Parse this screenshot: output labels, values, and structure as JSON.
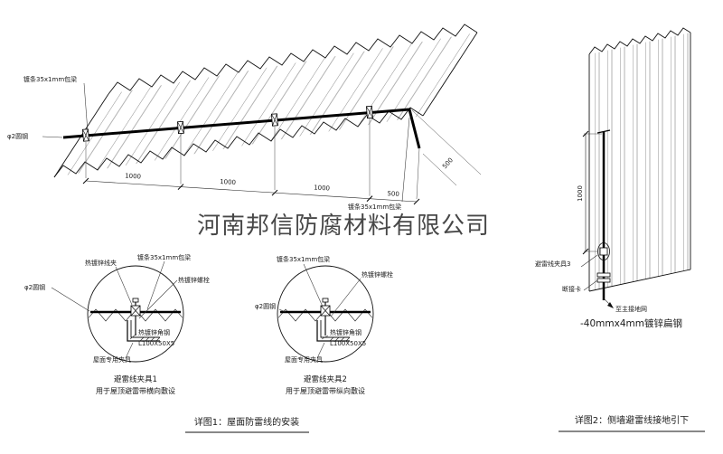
{
  "watermark": {
    "text": "河南邦信防腐材料有限公司",
    "color": "#9a9a9a"
  },
  "colors": {
    "red": "#cc2222",
    "dark_red": "#8a2b20"
  },
  "main_drawing": {
    "label_strip_top": "镀条35x1mm包梁",
    "label_round_steel": "φ2圆钢",
    "label_strip_bottom": "镀条35x1mm包梁",
    "dims": {
      "d1": "1000",
      "d2": "1000",
      "d3": "1000",
      "d4": "500",
      "d5": "500"
    }
  },
  "detail1": {
    "label_wire_clip": "热镀锌线夹",
    "label_strip": "镀条35x1mm包梁",
    "label_bolt": "热镀锌螺栓",
    "label_round_steel": "φ2圆钢",
    "label_angle_steel": "热镀锌角钢",
    "label_angle_spec": "L100X50X5",
    "label_roof_clamp": "屋面专用夹具",
    "title": "避雷线夹具1",
    "subtitle": "用于屋顶避雷带横向敷设"
  },
  "detail2": {
    "label_strip": "镀条35x1mm包梁",
    "label_bolt": "热镀锌螺栓",
    "label_round_steel": "φ2圆钢",
    "label_angle_steel": "热镀锌角钢",
    "label_angle_spec": "L100X50X5",
    "label_roof_clamp": "屋面专用夹具",
    "title": "避雷线夹具2",
    "subtitle": "用于屋顶避雷带纵向敷设"
  },
  "wall_drawing": {
    "dim": "1000",
    "label_clamp3": "避雷线夹具3",
    "label_break_card": "断接卡",
    "label_to_ground": "至主接地网",
    "label_flat_steel": "-40mmx4mm镀锌扁钢"
  },
  "captions": {
    "detail1": "详图1：屋面防雷线的安装",
    "detail2": "详图2：侧墙避雷线接地引下"
  }
}
